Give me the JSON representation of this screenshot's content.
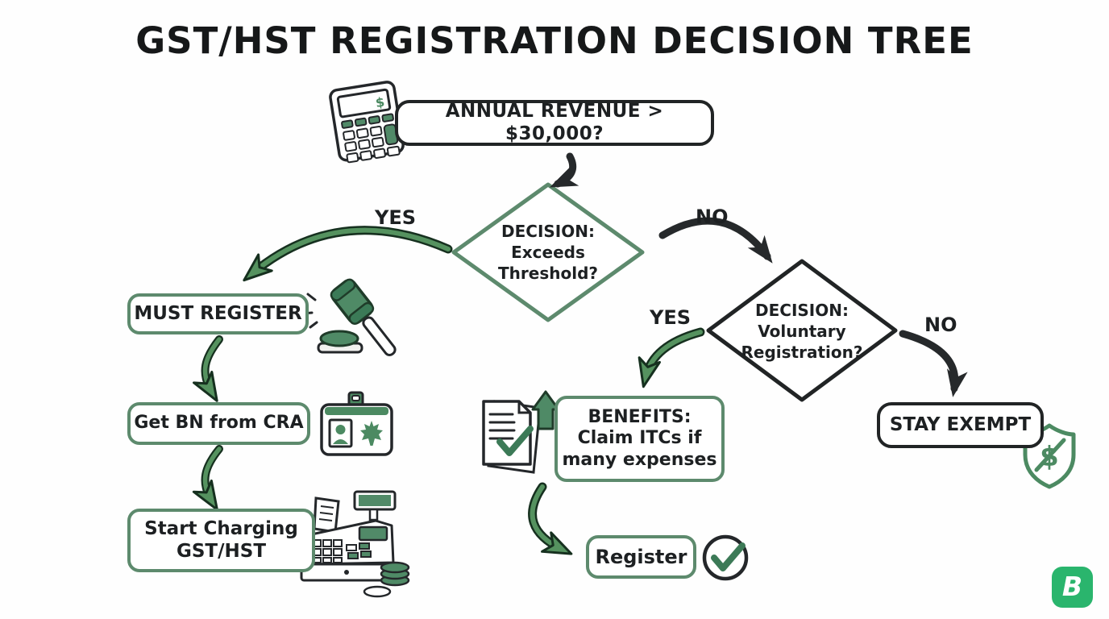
{
  "title": "GST/HST REGISTRATION DECISION TREE",
  "nodes": {
    "revenue_question": "ANNUAL REVENUE > $30,000?",
    "decision_threshold": {
      "line1": "DECISION:",
      "line2": "Exceeds",
      "line3": "Threshold?"
    },
    "must_register": "MUST REGISTER",
    "get_bn": "Get BN from CRA",
    "start_charging": {
      "line1": "Start Charging",
      "line2": "GST/HST"
    },
    "decision_voluntary": {
      "line1": "DECISION:",
      "line2": "Voluntary",
      "line3": "Registration?"
    },
    "benefits": {
      "line1": "BENEFITS:",
      "line2": "Claim ITCs if",
      "line3": "many expenses"
    },
    "register": "Register",
    "stay_exempt": "STAY EXEMPT"
  },
  "labels": {
    "threshold_yes": "YES",
    "threshold_no": "NO",
    "voluntary_yes": "YES",
    "voluntary_no": "NO"
  },
  "icons": {
    "calculator": "calculator-icon",
    "calculator_display_symbol": "$",
    "gavel": "gavel-icon",
    "id_badge": "id-badge-maple-leaf-icon",
    "cash_register": "cash-register-icon",
    "documents": "documents-checkmark-icon",
    "up_arrow": "up-arrow-icon",
    "check_circle": "check-circle-icon",
    "shield": "shield-no-dollar-icon",
    "shield_symbol": "$"
  },
  "logo": {
    "letter": "B"
  },
  "colors": {
    "box_green": "#5d8a6d",
    "ink_black": "#212425",
    "arrow_green": "#55925f",
    "arrow_green_outline": "#16301f",
    "icon_green": "#4c8a62",
    "logo_green": "#2ab56d",
    "background": "#fefefe"
  }
}
